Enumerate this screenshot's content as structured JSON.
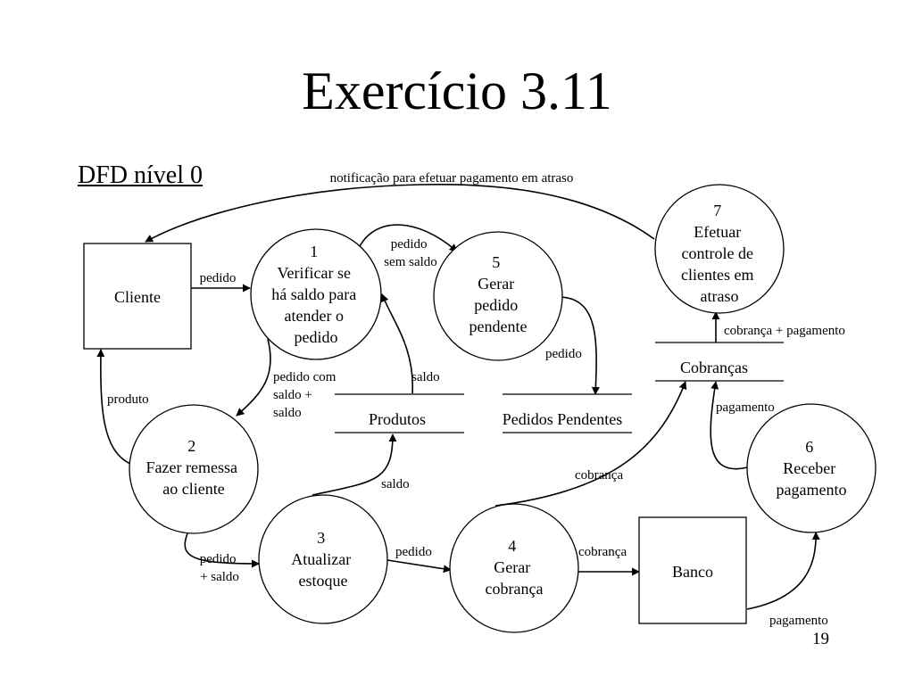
{
  "title": "Exercício 3.11",
  "subtitle": "DFD nível 0",
  "page_number": "19",
  "entities": {
    "cliente": "Cliente",
    "banco": "Banco"
  },
  "processes": {
    "p1": {
      "number": "1",
      "lines": [
        "Verificar se",
        "há saldo para",
        "atender o",
        "pedido"
      ]
    },
    "p2": {
      "number": "2",
      "lines": [
        "Fazer remessa",
        "ao cliente"
      ]
    },
    "p3": {
      "number": "3",
      "lines": [
        "Atualizar",
        "estoque"
      ]
    },
    "p4": {
      "number": "4",
      "lines": [
        "Gerar",
        "cobrança"
      ]
    },
    "p5": {
      "number": "5",
      "lines": [
        "Gerar",
        "pedido",
        "pendente"
      ]
    },
    "p6": {
      "number": "6",
      "lines": [
        "Receber",
        "pagamento"
      ]
    },
    "p7": {
      "number": "7",
      "lines": [
        "Efetuar",
        "controle de",
        "clientes em",
        "atraso"
      ]
    }
  },
  "stores": {
    "produtos": "Produtos",
    "pedidos_pendentes": "Pedidos Pendentes",
    "cobrancas": "Cobranças"
  },
  "flows": {
    "notificacao": "notificação para efetuar pagamento em atraso",
    "pedido_cliente_p1": "pedido",
    "pedido_sem_saldo": [
      "pedido",
      "sem saldo"
    ],
    "pedido_com_saldo": [
      "pedido com",
      "saldo +",
      "saldo"
    ],
    "saldo_produtos_p1": "saldo",
    "produto": "produto",
    "pedido_saldo_p2_p3": [
      "pedido",
      "+ saldo"
    ],
    "saldo_p3_produtos": "saldo",
    "pedido_p3_p4": "pedido",
    "pedido_p5_store": "pedido",
    "cobranca_p4_store": "cobrança",
    "cobranca_p4_banco": "cobrança",
    "cobranca_pagamento": "cobrança + pagamento",
    "pagamento_p6_store": "pagamento",
    "pagamento_banco_p6": "pagamento"
  }
}
